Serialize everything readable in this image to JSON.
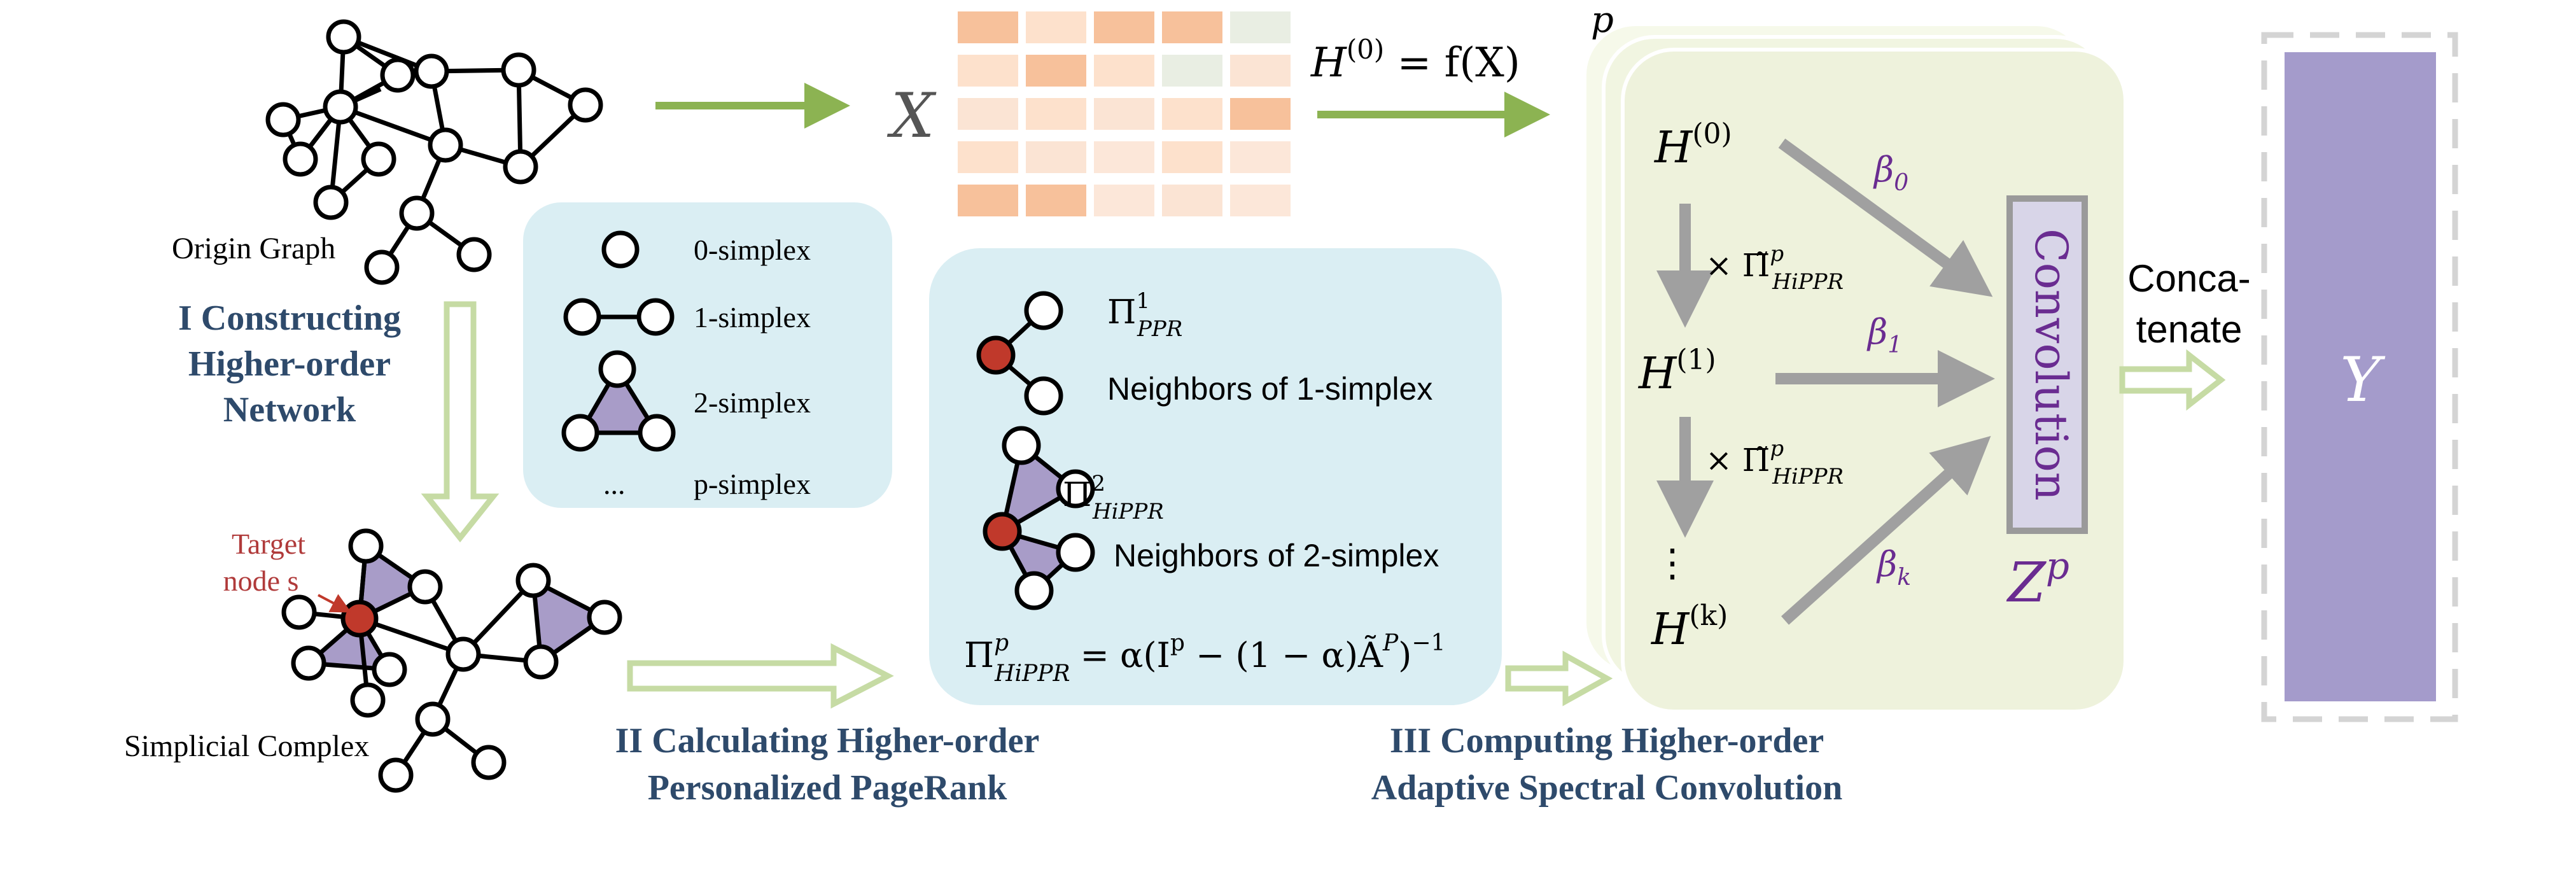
{
  "graph": {
    "origin_label": "Origin Graph",
    "complex_label": "Simplicial Complex",
    "target_label_line1": "Target",
    "target_label_line2": "node s"
  },
  "steps": {
    "step1_line1": "I Constructing",
    "step1_line2": "Higher-order",
    "step1_line3": "Network",
    "step2_line1": "II Calculating Higher-order",
    "step2_line2": "Personalized PageRank",
    "step3_line1": "III Computing Higher-order",
    "step3_line2": "Adaptive Spectral Convolution"
  },
  "simplex_legend": {
    "s0": "0-simplex",
    "s1": "1-simplex",
    "s2": "2-simplex",
    "sp": "p-simplex",
    "dots": "..."
  },
  "pagerank": {
    "pi1_main": "Π",
    "pi1_sup": "1",
    "pi1_sub": "PPR",
    "pi1_desc": "Neighbors of 1-simplex",
    "pi2_main": "Π",
    "pi2_sup": "2",
    "pi2_sub": "HiPPR",
    "pi2_desc": "Neighbors of 2-simplex",
    "formula_lhs_main": "Π",
    "formula_lhs_sup": "p",
    "formula_lhs_sub": "HiPPR",
    "formula_rhs": "= α(I",
    "formula_rhs_sup": "p",
    "formula_rhs_mid": " − (1 − α)Ã",
    "formula_rhs_sup2": "P",
    "formula_rhs_end": ")",
    "formula_rhs_sup3": "−1"
  },
  "feature": {
    "x_label": "X",
    "h0_eq": "H",
    "h0_eq_sup": "(0)",
    "h0_eq_rhs": " = f(X)",
    "colors": [
      "#f7c19b",
      "#fde1cc",
      "#fbe4d4",
      "#fce7d9",
      "#e9eee3"
    ]
  },
  "convolution": {
    "p_label": "p",
    "h0": "H",
    "h0_sup": "(0)",
    "h1": "H",
    "h1_sup": "(1)",
    "hk": "H",
    "hk_sup": "(k)",
    "vdots": "⋮",
    "times_label": "× Π̃",
    "times_sup": "p",
    "times_sub": "HiPPR",
    "beta0": "β",
    "beta0_sub": "0",
    "beta1": "β",
    "beta1_sub": "1",
    "betak": "β",
    "betak_sub": "k",
    "conv_label": "Convolution",
    "zp": "Z",
    "zp_sup": "p",
    "accent": "#6a2c91",
    "panel_color": "#eef2dc"
  },
  "output": {
    "concat_line1": "Conca-",
    "concat_line2": "tenate",
    "y_label": "Y",
    "y_color": "#a49bcb"
  }
}
